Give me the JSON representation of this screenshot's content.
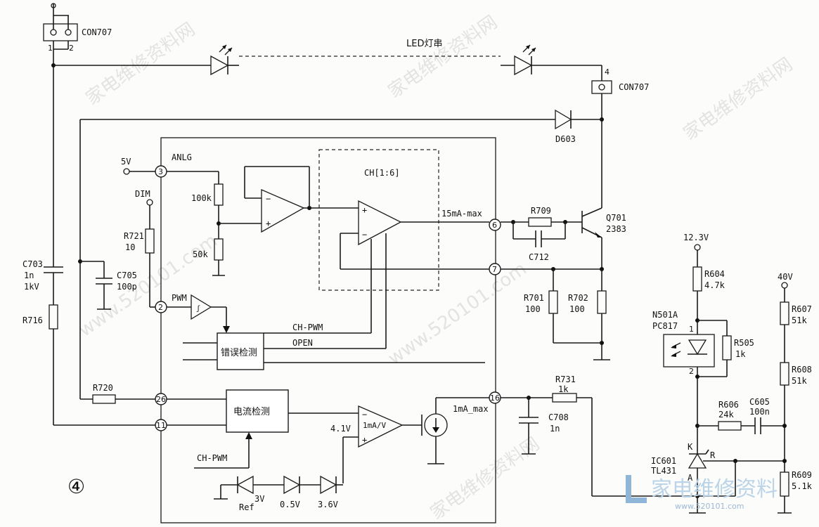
{
  "labels": {
    "con707_top": "CON707",
    "con_pin1": "1",
    "con_pin2": "2",
    "led_string": "LED灯串",
    "con707_pin4": "4",
    "con707_right": "CON707",
    "d603": "D603",
    "ic_block": "CH[1:6]",
    "v5": "5V",
    "anlg": "ANLG",
    "dim": "DIM",
    "r100k": "100k",
    "r50k": "50k",
    "r721": "R721",
    "r721_val": "10",
    "pwm": "PWM",
    "c703": "C703",
    "c703_val1": "1n",
    "c703_val2": "1kV",
    "c705": "C705",
    "c705_val": "100p",
    "r716": "R716",
    "r720": "R720",
    "ma15": "15mA-max",
    "r709": "R709",
    "c712": "C712",
    "q701": "Q701",
    "q701_val": "2383",
    "r701": "R701",
    "r701_val": "100",
    "r702": "R702",
    "r702_val": "100",
    "ch_pwm": "CH-PWM",
    "open": "OPEN",
    "err_detect": "错误检测",
    "cur_detect": "电流检测",
    "ma_amp": "1mA/V",
    "ma1": "1mA_max",
    "v41": "4.1V",
    "ch_pwm2": "CH-PWM",
    "c708": "C708",
    "c708_val": "1n",
    "r731": "R731",
    "r731_val": "1k",
    "ref": "Ref",
    "v3": "3V",
    "v05": "0.5V",
    "v36": "3.6V",
    "circle4": "④",
    "v123": "12.3V",
    "r604": "R604",
    "r604_val": "4.7k",
    "n501a": "N501A",
    "pc817": "PC817",
    "opto_p1": "1",
    "opto_p2": "2",
    "r505": "R505",
    "r505_val": "1k",
    "v40": "40V",
    "r607": "R607",
    "r607_val": "51k",
    "r608": "R608",
    "r608_val": "51k",
    "r606": "R606",
    "r606_val": "24k",
    "c605": "C605",
    "c605_val": "100n",
    "k": "K",
    "r_pin": "R",
    "a_pin": "A",
    "ic601": "IC601",
    "tl431": "TL431",
    "r609": "R609",
    "r609_val": "5.1k"
  },
  "pins": {
    "p3": "3",
    "p2": "2",
    "p26": "26",
    "p11": "11",
    "p6": "6",
    "p7": "7",
    "p16": "16"
  },
  "watermarks": {
    "wm_a": "家电维修资料网",
    "wm_b": "www.520101.com",
    "logo_text": "家电维修资料",
    "logo_url": "www.520101.com"
  }
}
